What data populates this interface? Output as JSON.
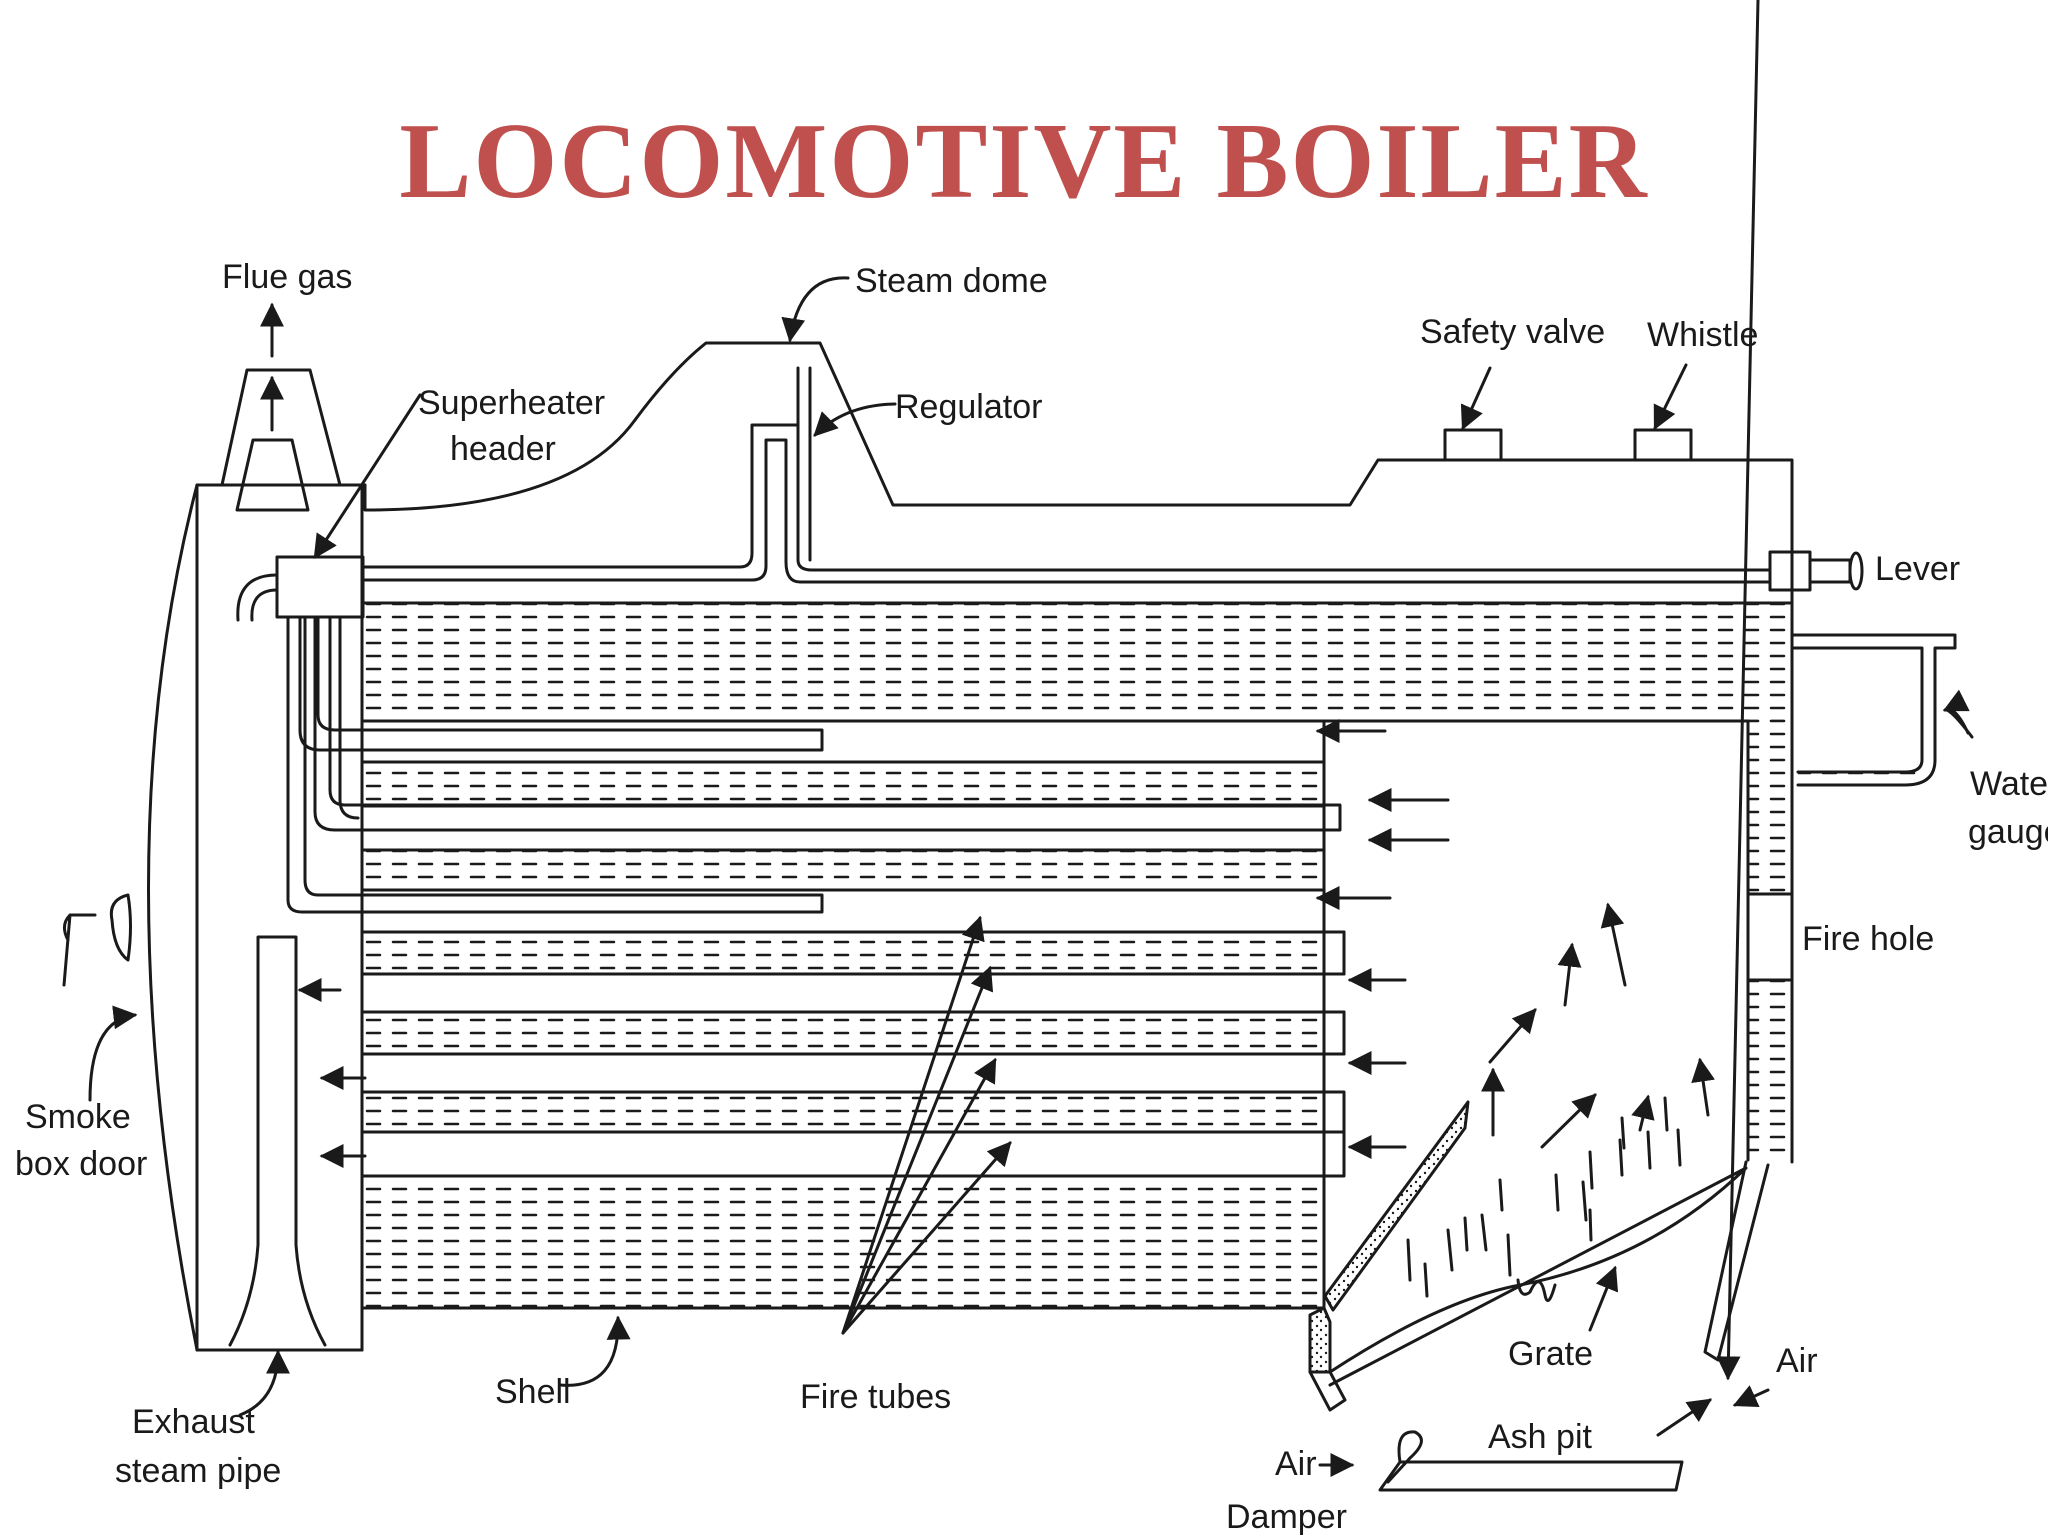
{
  "title": "LOCOMOTIVE BOILER",
  "colors": {
    "title": "#c0504d",
    "ink": "#1a1a1a",
    "background": "#ffffff"
  },
  "labels": {
    "flue_gas": "Flue gas",
    "steam_dome": "Steam dome",
    "safety_valve": "Safety valve",
    "whistle": "Whistle",
    "superheater_header_1": "Superheater",
    "superheater_header_2": "header",
    "regulator": "Regulator",
    "lever": "Lever",
    "water_gauge_1": "Water",
    "water_gauge_2": "gauge",
    "fire_hole": "Fire hole",
    "smoke_box_door_1": "Smoke",
    "smoke_box_door_2": "box door",
    "exhaust_steam_pipe_1": "Exhaust",
    "exhaust_steam_pipe_2": "steam pipe",
    "shell": "Shell",
    "fire_tubes": "Fire  tubes",
    "grate": "Grate",
    "air_right": "Air",
    "ash_pit": "Ash pit",
    "air_bottom": "Air",
    "damper": "Damper"
  }
}
